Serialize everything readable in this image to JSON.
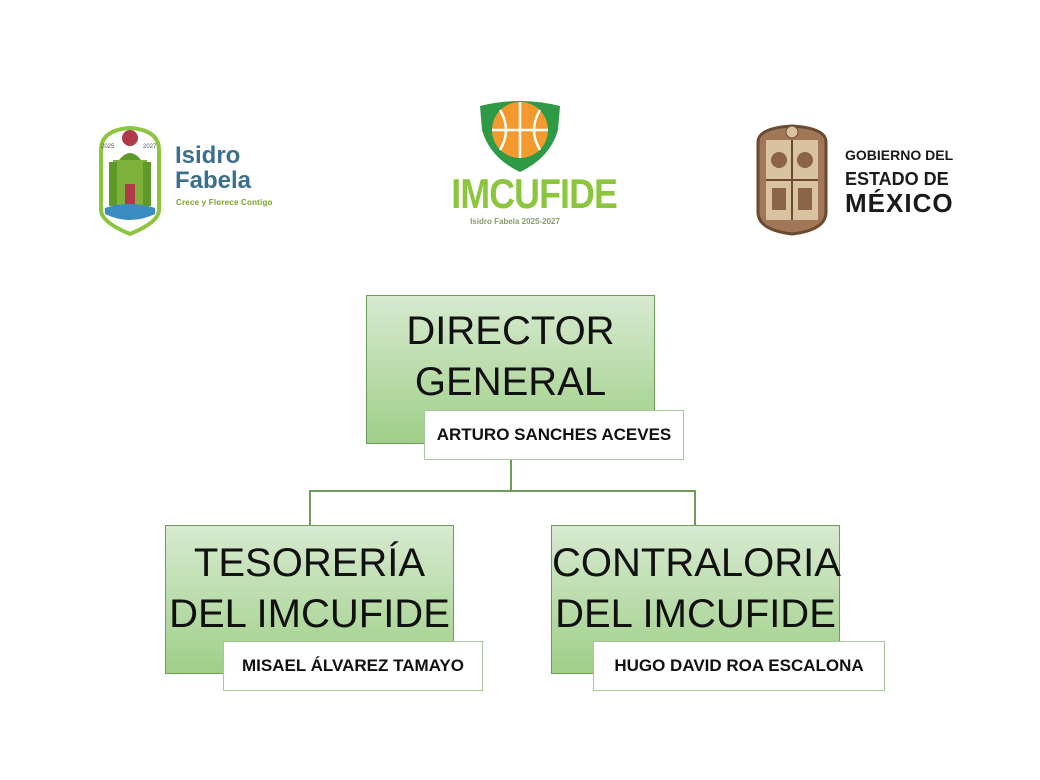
{
  "logos": {
    "isidro": {
      "years_left": "2025",
      "years_right": "2027",
      "line1": "Isidro",
      "line2": "Fabela",
      "slogan": "Crece y Florece Contigo"
    },
    "imcufide": {
      "title": "IMCUFIDE",
      "subtitle": "Isidro Fabela 2025-2027"
    },
    "edomex": {
      "line1": "GOBIERNO DEL",
      "line2": "ESTADO DE",
      "line3": "MÉXICO"
    }
  },
  "org": {
    "director": {
      "title_line1": "DIRECTOR",
      "title_line2": "GENERAL",
      "name": "ARTURO SANCHES ACEVES"
    },
    "treasury": {
      "title_line1": "TESORERÍA",
      "title_line2": "DEL IMCUFIDE",
      "name": "MISAEL ÁLVAREZ TAMAYO"
    },
    "comptroller": {
      "title_line1": "CONTRALORIA",
      "title_line2": "DEL IMCUFIDE",
      "name": "HUGO DAVID ROA ESCALONA"
    }
  },
  "colors": {
    "box_top": "#d7ead0",
    "box_bottom": "#9fcf88",
    "line": "#6e9a5a",
    "imcufide_green": "#8cc63f",
    "basketball_orange": "#f29a2e"
  }
}
